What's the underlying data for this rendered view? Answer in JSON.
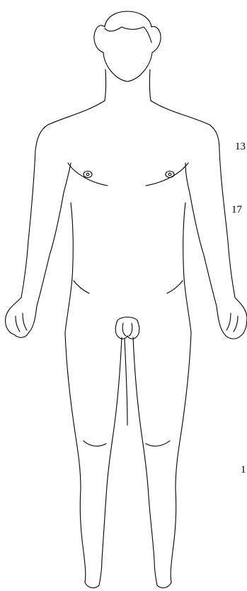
{
  "labels": [
    "13",
    "17",
    "1"
  ],
  "colors": {
    "line": "#000000",
    "background": "#ffffff"
  }
}
